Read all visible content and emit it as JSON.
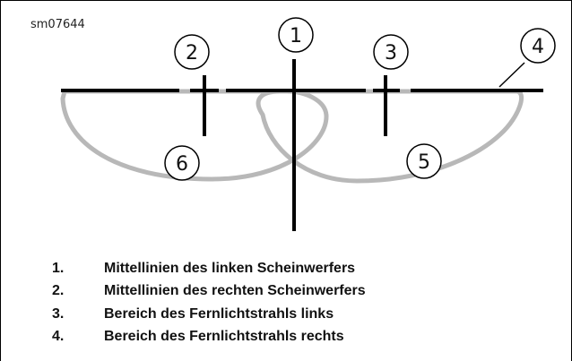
{
  "figure_id": "sm07644",
  "callouts": [
    "1",
    "2",
    "3",
    "4",
    "5",
    "6"
  ],
  "legend": [
    {
      "number": "1.",
      "text": "Mittellinien des linken Scheinwerfers"
    },
    {
      "number": "2.",
      "text": "Mittellinien des rechten Scheinwerfers"
    },
    {
      "number": "3.",
      "text": "Bereich des Fernlichtstrahls links"
    },
    {
      "number": "4.",
      "text": "Bereich des Fernlichtstrahls rechts"
    }
  ],
  "colors": {
    "lines": "#000000",
    "beam_outline": "#b8b8b8"
  }
}
